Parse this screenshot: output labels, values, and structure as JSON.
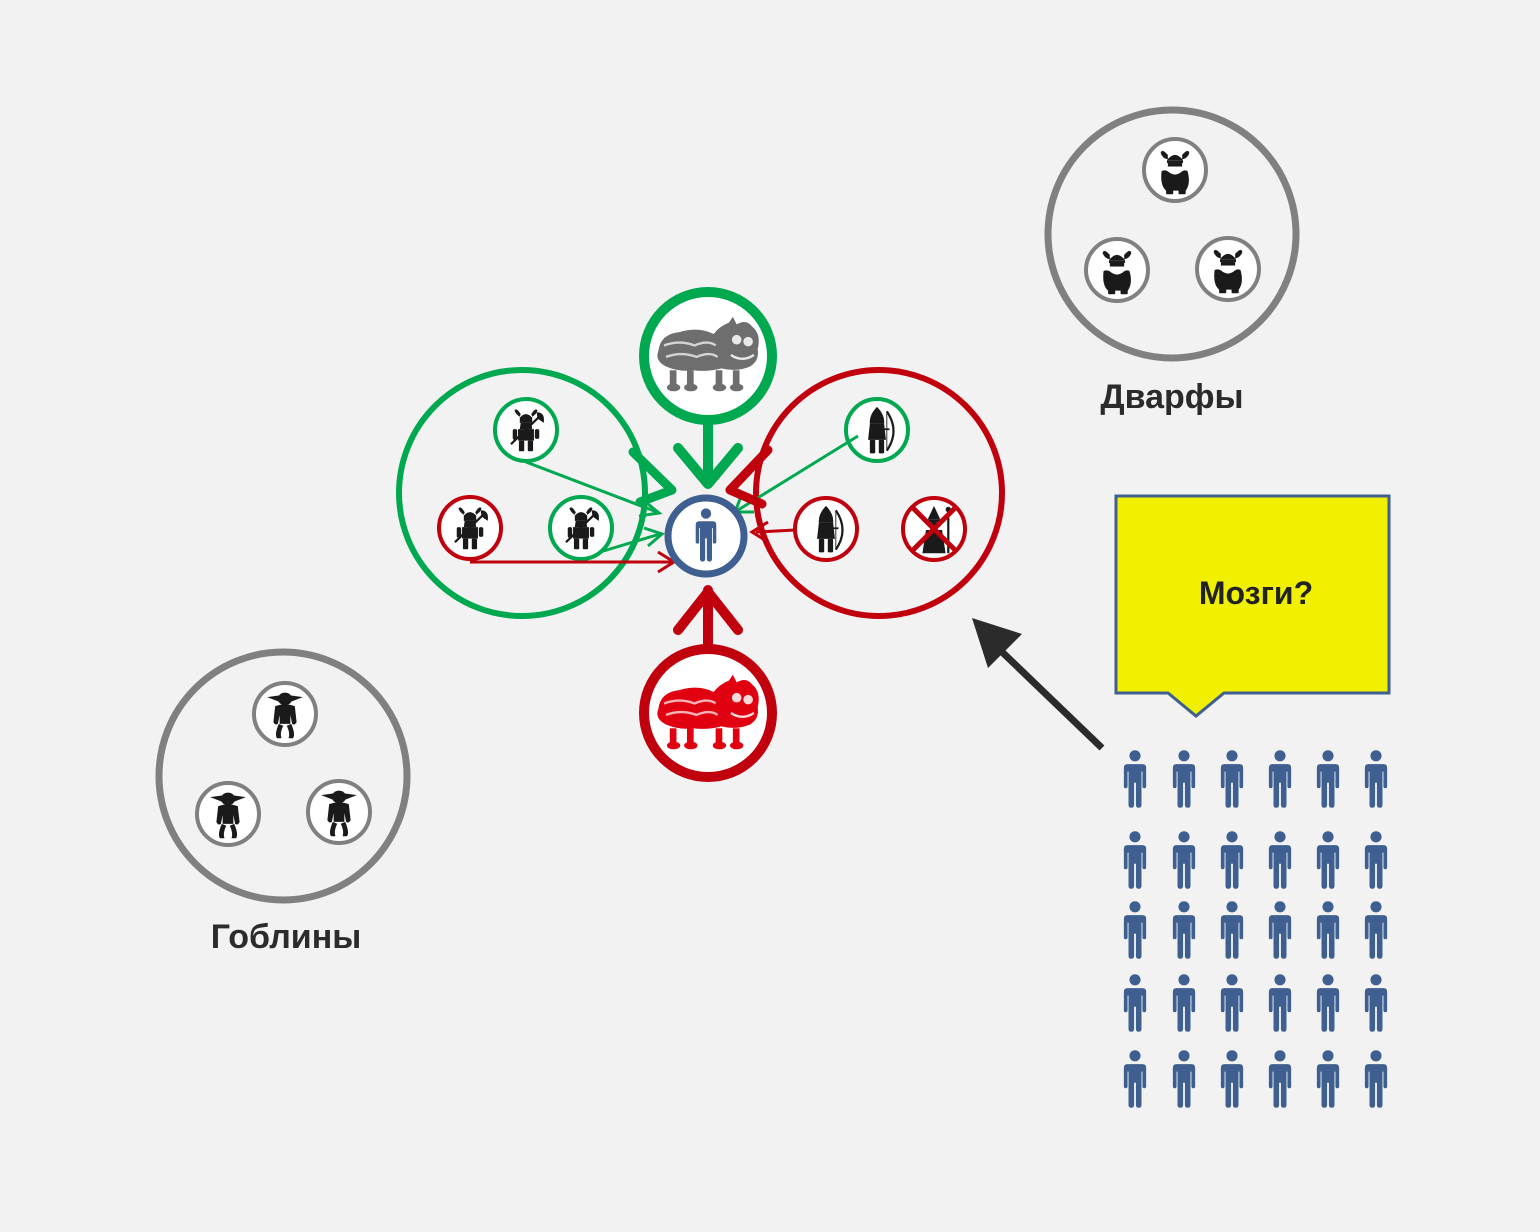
{
  "labels": {
    "dwarves": "Дварфы",
    "goblins": "Гоблины",
    "callout": "Мозги?"
  },
  "colors": {
    "background": "#f2f2f2",
    "green": "#00a84f",
    "red": "#c0000c",
    "gray": "#808080",
    "person_blue": "#3e5f8f",
    "callout_fill": "#f0f000",
    "callout_border": "#3e5f8f",
    "arrow_dark": "#2b2b2b"
  },
  "icons": {
    "allied_group": [
      "viking-warrior-icon",
      "viking-warrior-icon",
      "viking-warrior-icon"
    ],
    "enemy_group": [
      "hooded-archer-icon",
      "hooded-archer-icon",
      "crossed-out-wizard-icon"
    ],
    "top_beast": "lion-dance-beast-icon",
    "bottom_beast": "lion-dance-beast-icon",
    "center": "person-icon",
    "dwarves": [
      "dwarf-icon",
      "dwarf-icon",
      "dwarf-icon"
    ],
    "goblins": [
      "goblin-icon",
      "goblin-icon",
      "goblin-icon"
    ],
    "crowd": "person-icon"
  },
  "crowd": {
    "rows": 5,
    "columns": 6
  }
}
